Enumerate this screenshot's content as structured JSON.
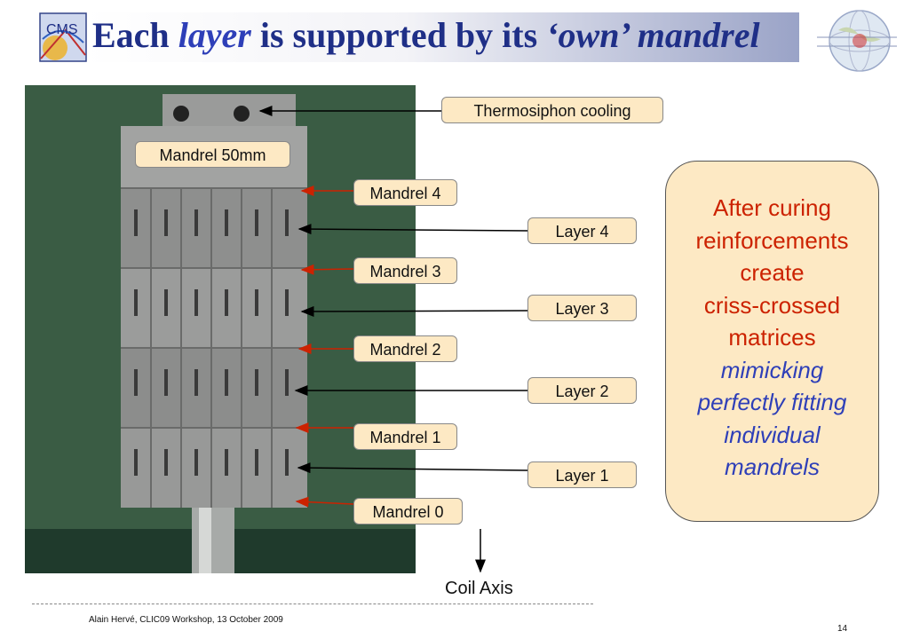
{
  "title": {
    "part1": "Each ",
    "part2": "layer",
    "part3": " is supported by its ",
    "part4": "‘own’ mandrel"
  },
  "logos": {
    "left": "CMS",
    "right": "cms-globe-logo"
  },
  "labels": {
    "thermosiphon": "Thermosiphon cooling",
    "mandrel50": "Mandrel 50mm",
    "mandrel4": "Mandrel 4",
    "layer4": "Layer 4",
    "mandrel3": "Mandrel 3",
    "layer3": "Layer 3",
    "mandrel2": "Mandrel 2",
    "layer2": "Layer 2",
    "mandrel1": "Mandrel 1",
    "layer1": "Layer 1",
    "mandrel0": "Mandrel 0",
    "coil_axis": "Coil Axis"
  },
  "callout": {
    "line1": "After curing",
    "line2": "reinforcements",
    "line3": "create",
    "line4": "criss-crossed",
    "line5": "matrices",
    "line6": "mimicking",
    "line7": "perfectly fitting",
    "line8": "individual",
    "line9": "mandrels"
  },
  "footer": "Alain Hervé, CLIC09 Workshop,  13 October 2009",
  "page_number": "14",
  "colors": {
    "title": "#1f2f87",
    "callout_bg": "#fde9c4",
    "red_arrow": "#cc2200",
    "italic_blue": "#2e3fb8"
  }
}
